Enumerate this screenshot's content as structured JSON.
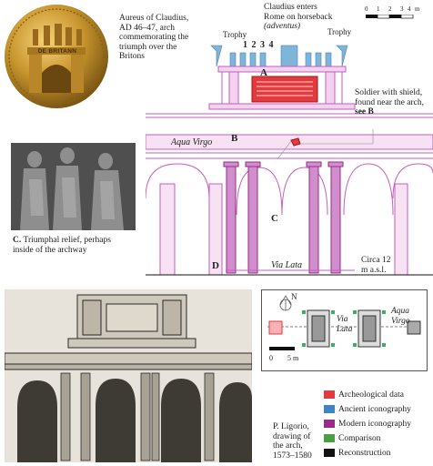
{
  "coin": {
    "legend_text": "DE BRITANN",
    "caption_lines": [
      "Aureus of Claudius,",
      "AD 46–47, arch",
      "commemorating the",
      "triumph over the",
      "Britons"
    ]
  },
  "labels": {
    "trophy_left": "Trophy",
    "trophy_right": "Trophy",
    "figure_numbers": "1 2 3 4",
    "claudius_lines": [
      "Claudius enters",
      "Rome on horseback"
    ],
    "claudius_italic": "(adventus)",
    "marker_a": "A",
    "marker_b": "B",
    "marker_c": "C",
    "marker_d": "D",
    "aqua_virgo": "Aqua Virgo",
    "soldier_lines": [
      "Soldier with shield,",
      "found near the arch,"
    ],
    "soldier_see": "see B",
    "via_lata": "Via Lata",
    "circa_lines": [
      "Circa 12",
      "m a.s.l."
    ]
  },
  "scale_top": {
    "ticks": [
      "0",
      "1",
      "2",
      "3",
      "4"
    ],
    "unit": "m"
  },
  "relief": {
    "caption_bold": "C.",
    "caption_lines": [
      "Triumphal relief, perhaps",
      "inside of the archway"
    ]
  },
  "plan": {
    "north": "N",
    "via_lata_lines": [
      "Via",
      "Lata"
    ],
    "aqua_virgo_lines": [
      "Aqua",
      "Virgo"
    ],
    "scale_ticks": [
      "0",
      "5 m"
    ]
  },
  "ligorio": {
    "caption_lines": [
      "P. Ligorio,",
      "drawing of",
      "the arch,",
      "1573–1580"
    ]
  },
  "legend": [
    {
      "label": "Archeological data",
      "color": "#e23a3e"
    },
    {
      "label": "Ancient iconography",
      "color": "#3d84c7"
    },
    {
      "label": "Modern iconography",
      "color": "#9a2a8a"
    },
    {
      "label": "Comparison",
      "color": "#4aa040"
    },
    {
      "label": "Reconstruction",
      "color": "#111111"
    }
  ],
  "colors": {
    "arch_line": "#c65cc0",
    "arch_fill": "#e9b3e4",
    "column": "#b65cb0",
    "water": "#bfe0f0"
  }
}
